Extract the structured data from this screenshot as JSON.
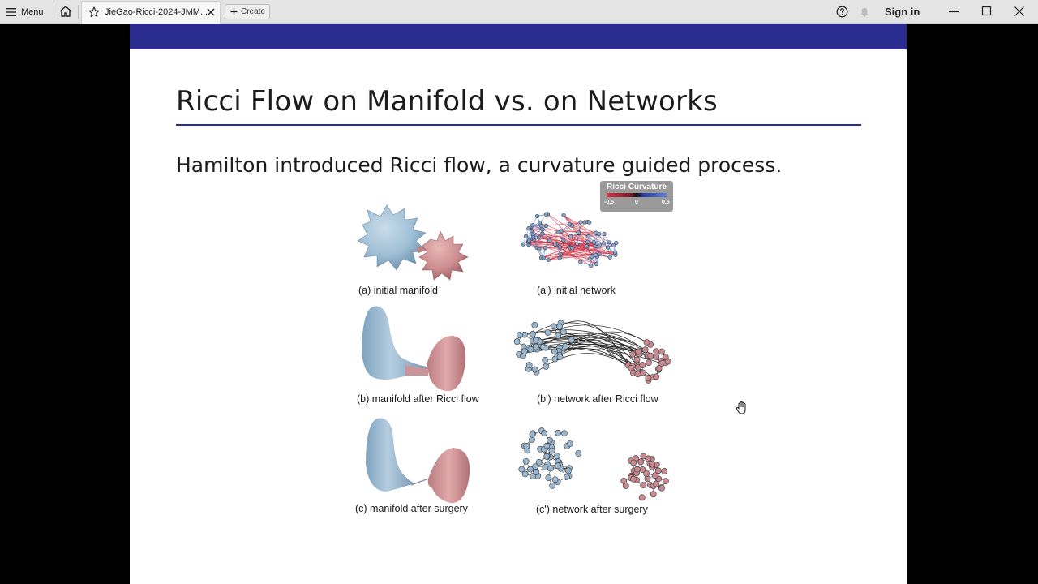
{
  "toolbar": {
    "menu_label": "Menu",
    "tab_title": "JieGao-Ricci-2024-JMM...",
    "create_label": "Create",
    "signin_label": "Sign in"
  },
  "icons": {
    "menu": "hamburger-icon",
    "home": "home-icon",
    "tab": "star-icon",
    "tab_close": "close-icon",
    "create": "plus-icon",
    "help": "question-icon",
    "notifications": "bell-icon",
    "window": [
      "minimize-icon",
      "maximize-icon",
      "close-icon"
    ],
    "pointer": "hand-cursor-icon"
  },
  "colors": {
    "slide_header": "#2a2d8f",
    "blue_node": "#9ab7cf",
    "pink_node": "#c98a8f",
    "negative_edge": "#d2364a",
    "positive_edge": "#5b7fd6"
  },
  "slide": {
    "title": "Ricci Flow on Manifold vs. on Networks",
    "text": "Hamilton introduced Ricci flow, a curvature guided process.",
    "legend": {
      "title": "Ricci Curvature",
      "ticks": [
        "-0.5",
        "0",
        "0.5"
      ]
    },
    "captions": {
      "a": "(a) initial manifold",
      "a_prime": "(a') initial network",
      "b": "(b) manifold after Ricci flow",
      "b_prime": "(b') network after Ricci flow",
      "c": "(c) manifold after surgery",
      "c_prime": "(c') network after surgery"
    }
  }
}
